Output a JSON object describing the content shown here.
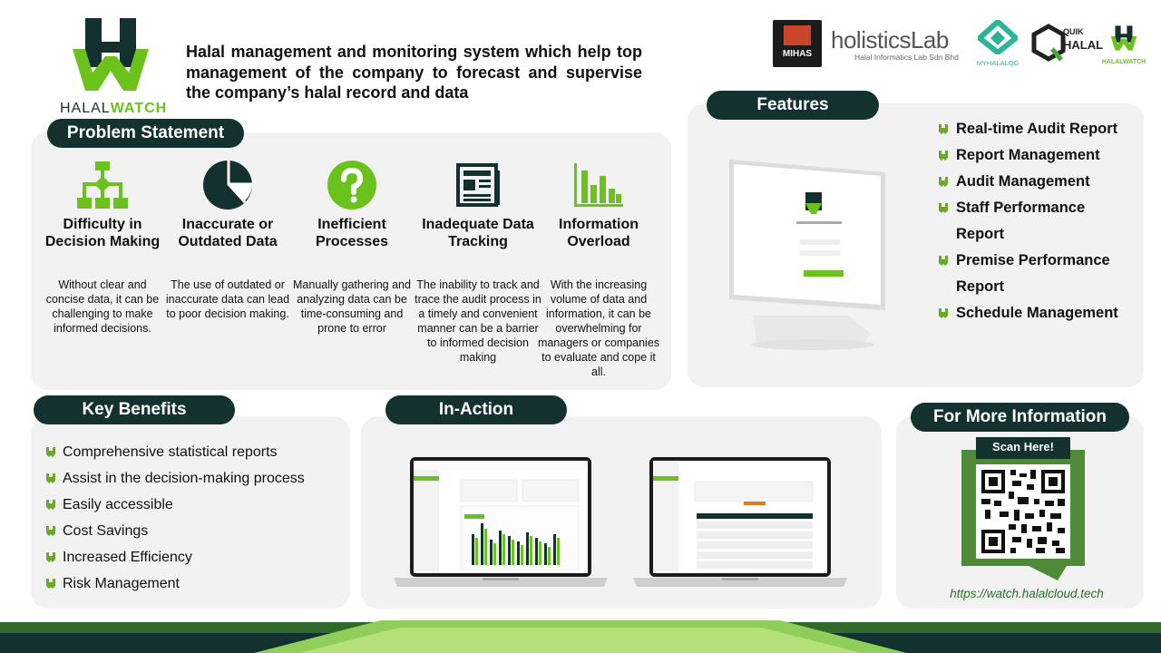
{
  "brand": {
    "logo_text_a": "HALAL",
    "logo_text_b": "WATCH"
  },
  "tagline": "Halal management and monitoring system which help top management of the company to forecast and supervise the company’s halal record and data",
  "partners": [
    {
      "name": "MIHAS",
      "label": "MIHAS"
    },
    {
      "name": "holisticsLab",
      "label": "holisticsLab",
      "sub": "Halal Informatics Lab Sdn Bhd"
    },
    {
      "name": "MyHalal",
      "label": "MYHALALQG"
    },
    {
      "name": "QuikHalal",
      "label_a": "QUIK",
      "label_b": "HALAL"
    },
    {
      "name": "HalalWatch",
      "label": "HALALWATCH"
    }
  ],
  "problem": {
    "title": "Problem Statement",
    "items": [
      {
        "icon": "flowchart-icon",
        "title": "Difficulty in Decision Making",
        "desc": "Without clear and concise data, it can be challenging to make informed decisions."
      },
      {
        "icon": "pie-chart-icon",
        "title": "Inaccurate or Outdated Data",
        "desc": "The use of outdated or inaccurate data can lead to poor decision making."
      },
      {
        "icon": "question-icon",
        "title": "Inefficient Processes",
        "desc": "Manually gathering and analyzing data can be time-consuming and prone to error"
      },
      {
        "icon": "newspaper-icon",
        "title": "Inadequate Data Tracking",
        "desc": "The inability to track and trace the audit process in a timely and convenient manner can be a barrier to informed decision making"
      },
      {
        "icon": "bar-chart-icon",
        "title": "Information Overload",
        "desc": "With the increasing volume of data and information, it can be overwhelming for managers or companies to evaluate and cope it all."
      }
    ]
  },
  "features": {
    "title": "Features",
    "items": [
      "Real-time Audit Report",
      "Report Management",
      "Audit Management",
      "Staff Performance Report",
      "Premise Performance Report",
      "Schedule Management"
    ]
  },
  "benefits": {
    "title": "Key Benefits",
    "items": [
      "Comprehensive statistical reports",
      "Assist in the decision-making process",
      "Easily accessible",
      "Cost Savings",
      "Increased Efficiency",
      "Risk Management"
    ]
  },
  "in_action": {
    "title": "In-Action"
  },
  "more_info": {
    "title": "For More Information",
    "scan_label": "Scan Here!",
    "url": "https://watch.halalcloud.tech"
  },
  "colors": {
    "dark": "#13312f",
    "green": "#6cc21c",
    "panel": "#f1f2f1",
    "bullet": "#6aa829"
  }
}
